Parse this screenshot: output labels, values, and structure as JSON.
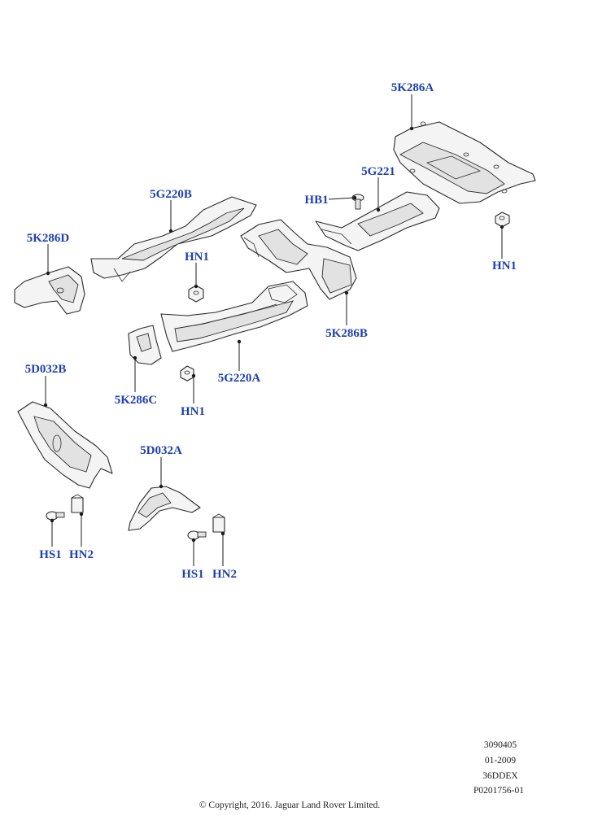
{
  "callouts": {
    "c5K286A": "5K286A",
    "c5G221": "5G221",
    "HB1": "HB1",
    "HN1": "HN1",
    "c5K286B": "5K286B",
    "c5G220B": "5G220B",
    "c5K286D": "5K286D",
    "c5G220A": "5G220A",
    "c5K286C": "5K286C",
    "c5D032B": "5D032B",
    "c5D032A": "5D032A",
    "HS1": "HS1",
    "HN2": "HN2"
  },
  "reference": {
    "code": "3090405",
    "date": "01-2009",
    "model": "36DDEX",
    "illustration": "P0201756-01"
  },
  "copyright": "© Copyright, 2016. Jaguar Land Rover Limited.",
  "colors": {
    "callout": "#1f3fb0",
    "linework": "#2a2a2a"
  }
}
